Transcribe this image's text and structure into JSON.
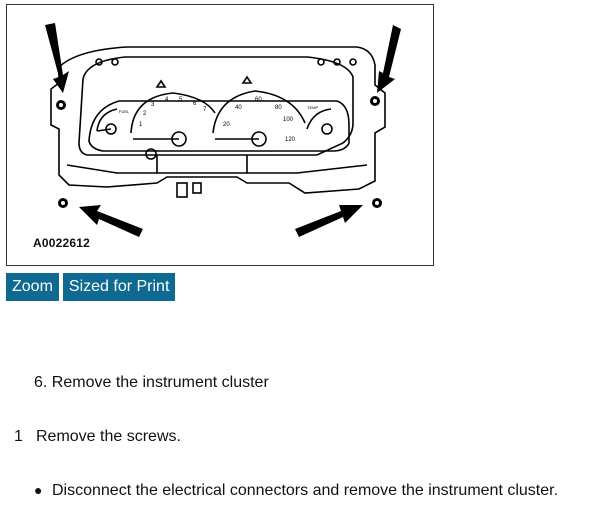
{
  "figure": {
    "id_label": "A0022612",
    "gauge_labels": {
      "rpm_ticks": [
        "1",
        "2",
        "3",
        "4",
        "5",
        "6",
        "7"
      ],
      "speed_ticks": [
        "20",
        "40",
        "60",
        "80",
        "100",
        "120"
      ],
      "fuel_label": "FUEL",
      "temp_label": "TEMP"
    }
  },
  "buttons": {
    "zoom": "Zoom",
    "print": "Sized for Print"
  },
  "step": {
    "title": "6. Remove the instrument cluster"
  },
  "substep": {
    "number": "1",
    "text": "Remove the screws."
  },
  "bullet": {
    "text": "Disconnect the electrical connectors and remove the instrument cluster."
  }
}
